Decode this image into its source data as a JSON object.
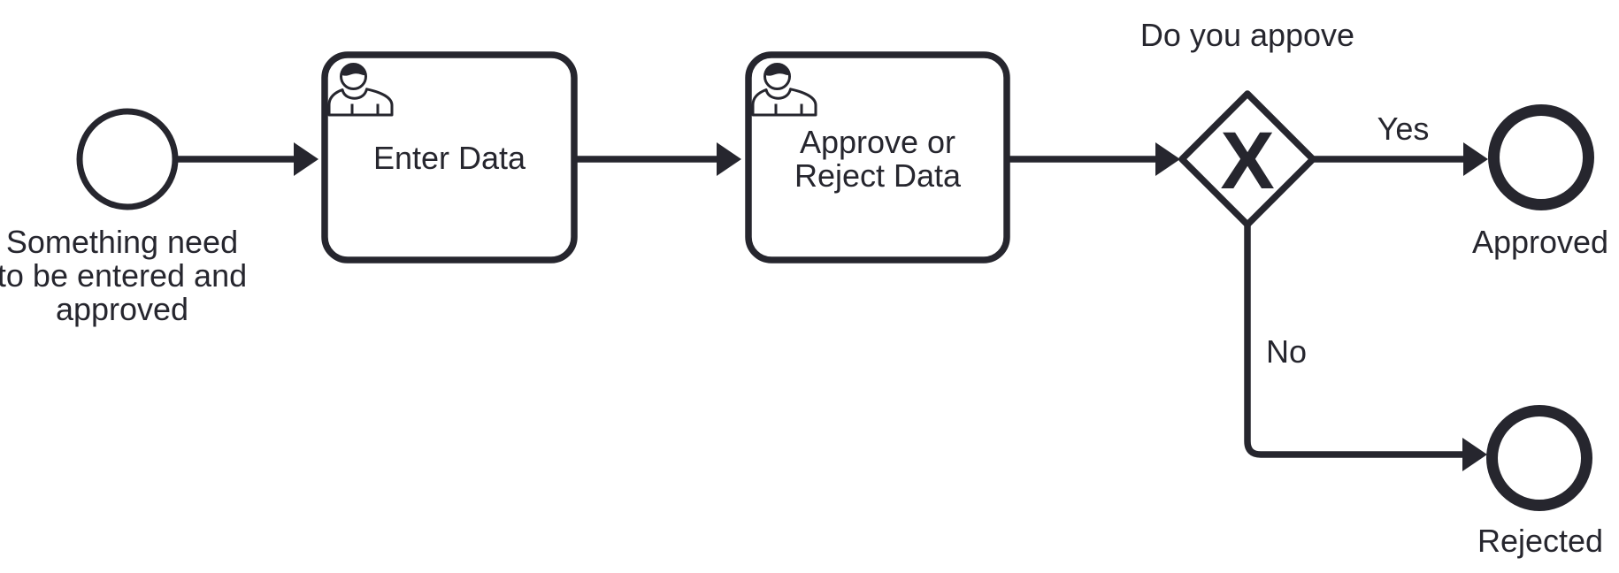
{
  "diagram": {
    "kind": "bpmn-process",
    "colors": {
      "stroke": "#26262e",
      "background": "#ffffff"
    },
    "nodes": {
      "start_event": {
        "type": "start-event",
        "label": [
          "Something need",
          "to be entered and",
          "approved"
        ]
      },
      "task_enter_data": {
        "type": "user-task",
        "label": "Enter Data"
      },
      "task_approve_reject": {
        "type": "user-task",
        "label": [
          "Approve or",
          "Reject Data"
        ]
      },
      "gateway": {
        "type": "exclusive-gateway",
        "marker": "X",
        "label": "Do you appove"
      },
      "end_approved": {
        "type": "end-event",
        "label": "Approved"
      },
      "end_rejected": {
        "type": "end-event",
        "label": "Rejected"
      }
    },
    "edges": {
      "yes_flow": {
        "label": "Yes"
      },
      "no_flow": {
        "label": "No"
      }
    }
  }
}
